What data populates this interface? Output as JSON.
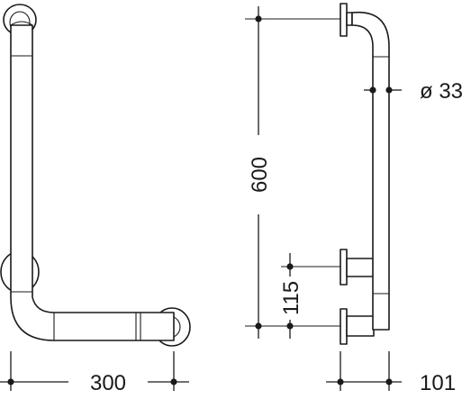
{
  "dimensions": {
    "width_label": "300",
    "height_label": "600",
    "offset_label": "115",
    "diameter_label": "ø 33",
    "depth_label": "101"
  }
}
